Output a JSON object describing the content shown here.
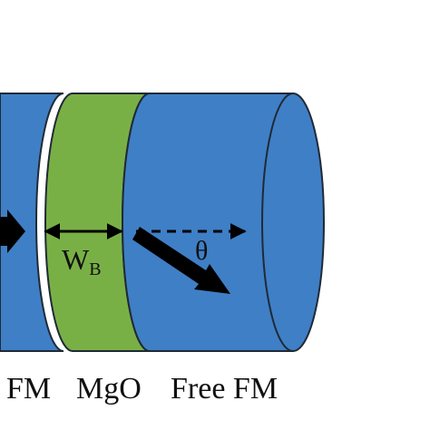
{
  "diagram": {
    "labels": {
      "barrier_width": "W",
      "barrier_width_sub": "B",
      "angle": "θ",
      "layer_fixed": "FM",
      "layer_barrier": "MgO",
      "layer_free": "Free FM"
    },
    "colors": {
      "fm_layer": "#3f7fc6",
      "barrier_layer": "#79b046",
      "outline": "#1f2a36",
      "arrows": "#000000"
    },
    "icons": {
      "fixed_magnetization": "right-arrow-icon",
      "free_magnetization": "tilted-arrow-icon",
      "reference_direction": "dashed-arrow-icon",
      "width_marker": "double-arrow-icon"
    }
  }
}
